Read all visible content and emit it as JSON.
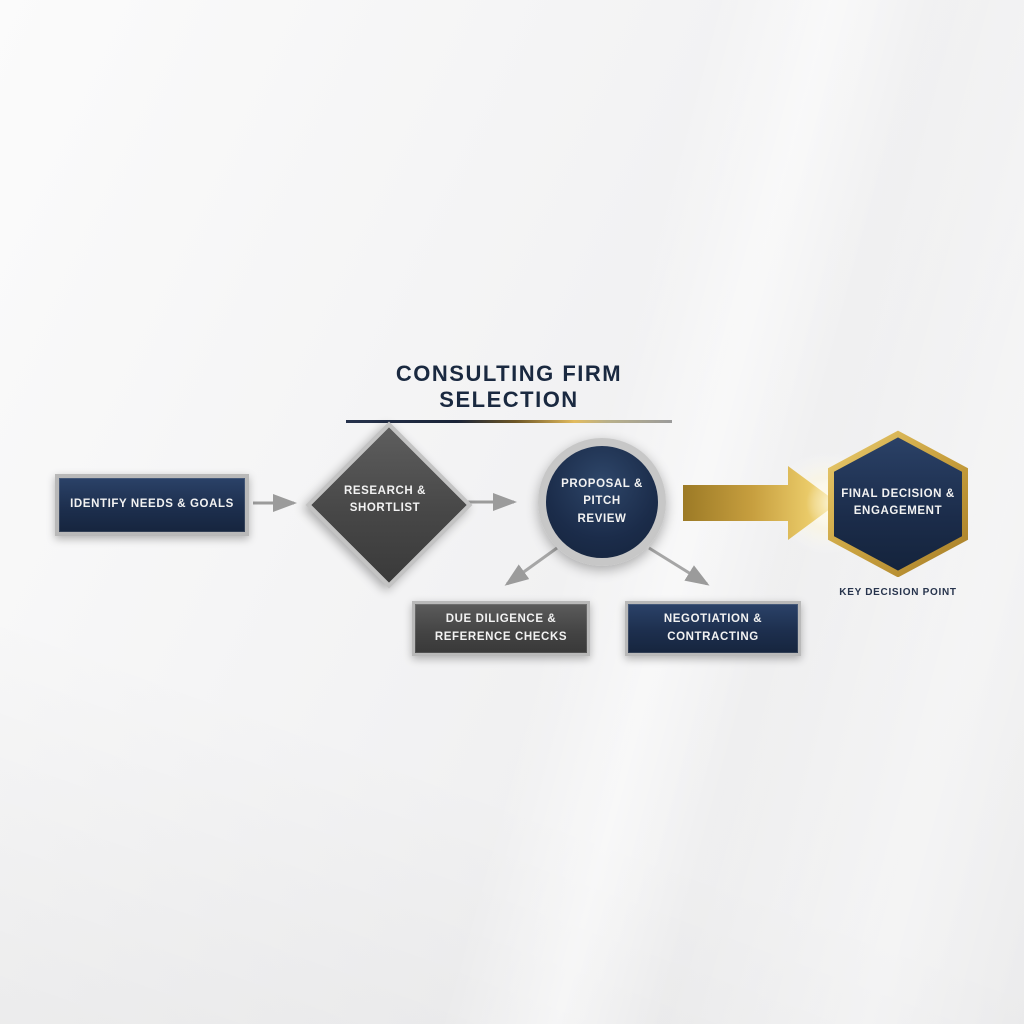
{
  "title": "CONSULTING FIRM SELECTION",
  "nodes": {
    "identify": {
      "label": "IDENTIFY NEEDS & GOALS"
    },
    "research": {
      "label": "RESEARCH & SHORTLIST"
    },
    "proposal": {
      "label": "PROPOSAL & PITCH REVIEW"
    },
    "due_diligence": {
      "label": "DUE DILIGENCE & REFERENCE CHECKS"
    },
    "negotiation": {
      "label": "NEGOTIATION & CONTRACTING"
    },
    "final": {
      "label": "FINAL DECISION & ENGAGEMENT",
      "caption": "KEY DECISION POINT"
    }
  },
  "colors": {
    "navy": "#1b2c4a",
    "dark_gray": "#454545",
    "silver_border": "#bcbcbc",
    "gold": "#c9a13f",
    "gold_light": "#e9c967",
    "title_text": "#1a2940",
    "label_text": "#f2f2f2",
    "connector_gray": "#9b9b9b"
  }
}
